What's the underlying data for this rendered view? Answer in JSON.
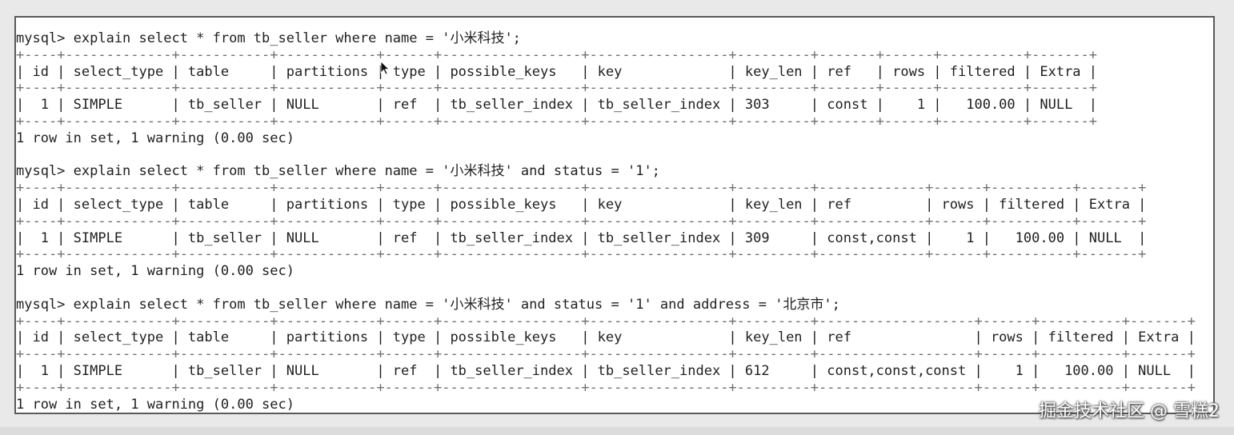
{
  "terminal": {
    "lines": [
      "mysql> explain select * from tb_seller where name = '小米科技';",
      "+----+-------------+-----------+------------+------+-----------------+-----------------+---------+-------+------+----------+-------+",
      "| id | select_type | table     | partitions | type | possible_keys   | key             | key_len | ref   | rows | filtered | Extra |",
      "+----+-------------+-----------+------------+------+-----------------+-----------------+---------+-------+------+----------+-------+",
      "|  1 | SIMPLE      | tb_seller | NULL       | ref  | tb_seller_index | tb_seller_index | 303     | const |    1 |   100.00 | NULL  |",
      "+----+-------------+-----------+------------+------+-----------------+-----------------+---------+-------+------+----------+-------+",
      "1 row in set, 1 warning (0.00 sec)",
      "",
      "mysql> explain select * from tb_seller where name = '小米科技' and status = '1';",
      "+----+-------------+-----------+------------+------+-----------------+-----------------+---------+-------------+------+----------+-------+",
      "| id | select_type | table     | partitions | type | possible_keys   | key             | key_len | ref         | rows | filtered | Extra |",
      "+----+-------------+-----------+------------+------+-----------------+-----------------+---------+-------------+------+----------+-------+",
      "|  1 | SIMPLE      | tb_seller | NULL       | ref  | tb_seller_index | tb_seller_index | 309     | const,const |    1 |   100.00 | NULL  |",
      "+----+-------------+-----------+------------+------+-----------------+-----------------+---------+-------------+------+----------+-------+",
      "1 row in set, 1 warning (0.00 sec)",
      "",
      "mysql> explain select * from tb_seller where name = '小米科技' and status = '1' and address = '北京市';",
      "+----+-------------+-----------+------------+------+-----------------+-----------------+---------+-------------------+------+----------+-------+",
      "| id | select_type | table     | partitions | type | possible_keys   | key             | key_len | ref               | rows | filtered | Extra |",
      "+----+-------------+-----------+------------+------+-----------------+-----------------+---------+-------------------+------+----------+-------+",
      "|  1 | SIMPLE      | tb_seller | NULL       | ref  | tb_seller_index | tb_seller_index | 612     | const,const,const |    1 |   100.00 | NULL  |",
      "+----+-------------+-----------+------------+------+-----------------+-----------------+---------+-------------------+------+----------+-------+",
      "1 row in set, 1 warning (0.00 sec)"
    ]
  },
  "watermark": "掘金技术社区 @ 雪糕2"
}
